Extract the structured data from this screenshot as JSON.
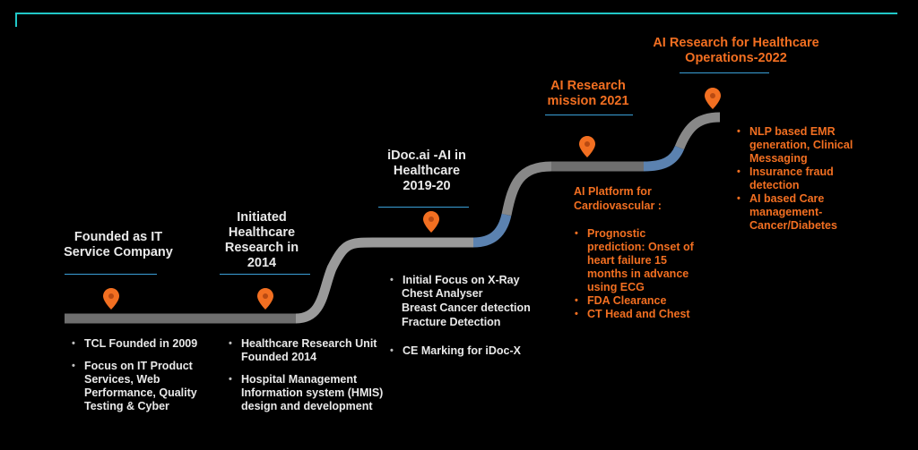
{
  "colors": {
    "accent_line": "#21c7c7",
    "road_dark": "#6e6e6e",
    "road_light": "#9a9a9a",
    "road_blue": "#5b82b0",
    "highlight": "#f26f21",
    "text": "#e9e9e9"
  },
  "milestones": [
    {
      "title": "Founded as IT Service Company",
      "bullets": [
        "TCL Founded in 2009",
        "Focus on IT Product Services, Web Performance, Quality Testing & Cyber"
      ]
    },
    {
      "title": "Initiated Healthcare Research in 2014",
      "bullets": [
        "Healthcare Research Unit Founded 2014",
        "Hospital Management Information system (HMIS) design and development"
      ]
    },
    {
      "title": "iDoc.ai -AI in Healthcare 2019-20",
      "bullets_group": [
        "Initial Focus on X-Ray",
        "Chest Analyser",
        "Breast Cancer detection",
        "Fracture Detection"
      ],
      "bullets": [
        "CE Marking for iDoc-X"
      ]
    },
    {
      "title": "AI Research mission 2021",
      "subheading": "AI Platform for Cardiovascular :",
      "bullets": [
        "Prognostic prediction: Onset of heart failure 15 months in advance using ECG",
        "FDA Clearance",
        "CT Head and Chest"
      ]
    },
    {
      "title": "AI Research for Healthcare Operations-2022",
      "bullets": [
        "NLP based EMR generation, Clinical Messaging",
        "Insurance fraud detection",
        "AI based Care management-Cancer/Diabetes"
      ]
    }
  ],
  "icons": [
    "map-pin-icon"
  ]
}
